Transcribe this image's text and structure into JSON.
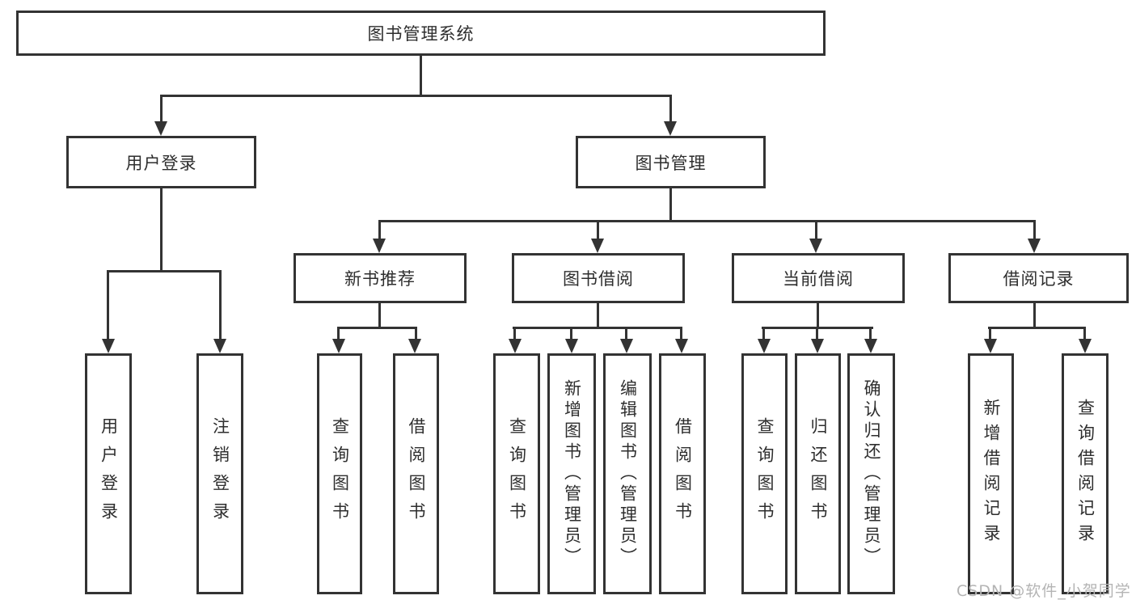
{
  "diagram_type": "hierarchy-tree",
  "tree": {
    "root": {
      "label": "图书管理系统"
    },
    "branches": [
      {
        "label": "用户登录",
        "children": [
          {
            "label": "用户登录"
          },
          {
            "label": "注销登录"
          }
        ]
      },
      {
        "label": "图书管理",
        "children": [
          {
            "label": "新书推荐",
            "children": [
              {
                "label": "查询图书"
              },
              {
                "label": "借阅图书"
              }
            ]
          },
          {
            "label": "图书借阅",
            "children": [
              {
                "label": "查询图书"
              },
              {
                "label": "新增图书（管理员）"
              },
              {
                "label": "编辑图书（管理员）"
              },
              {
                "label": "借阅图书"
              }
            ]
          },
          {
            "label": "当前借阅",
            "children": [
              {
                "label": "查询图书"
              },
              {
                "label": "归还图书"
              },
              {
                "label": "确认归还（管理员）"
              }
            ]
          },
          {
            "label": "借阅记录",
            "children": [
              {
                "label": "新增借阅记录"
              },
              {
                "label": "查询借阅记录"
              }
            ]
          }
        ]
      }
    ]
  },
  "watermark": {
    "text": "CSDN @软件_小贺同学",
    "color": "#b4b4b4"
  },
  "colors": {
    "line": "#333333",
    "box_border": "#333333",
    "box_fill": "#ffffff",
    "text": "#2e2e2e",
    "background": "#ffffff"
  }
}
